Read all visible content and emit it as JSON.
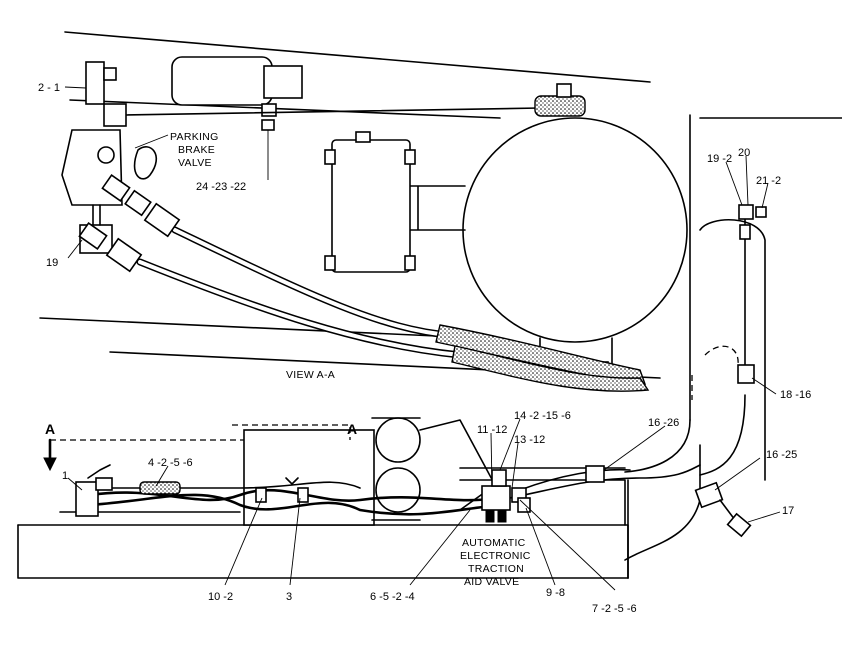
{
  "labels": {
    "c21": "2 - 1",
    "c19l": "19",
    "c242322": "24  -23  -22",
    "parking1": "PARKING",
    "parking2": "BRAKE",
    "parking3": "VALVE",
    "c192": "19 -2",
    "c20": "20",
    "c212": "21 -2",
    "view": "VIEW  A-A",
    "c1816": "18  -16",
    "sectA1": "A",
    "sectA2": "A",
    "c1": "1",
    "c4256": "4  -2  -5  -6",
    "c1112": "11 -12",
    "c142156": "14 -2  -15 -6",
    "c1312": "13 -12",
    "c1626": "16  -26",
    "c1625": "16  -25",
    "c17": "17",
    "aeta1": "AUTOMATIC",
    "aeta2": "ELECTRONIC",
    "aeta3": "TRACTION",
    "aeta4": "AID  VALVE",
    "c102": "10  -2",
    "c3": "3",
    "c6524": "6  -5  -2  -4",
    "c98": "9  -8",
    "c7256": "7  -2  -5  -6"
  }
}
